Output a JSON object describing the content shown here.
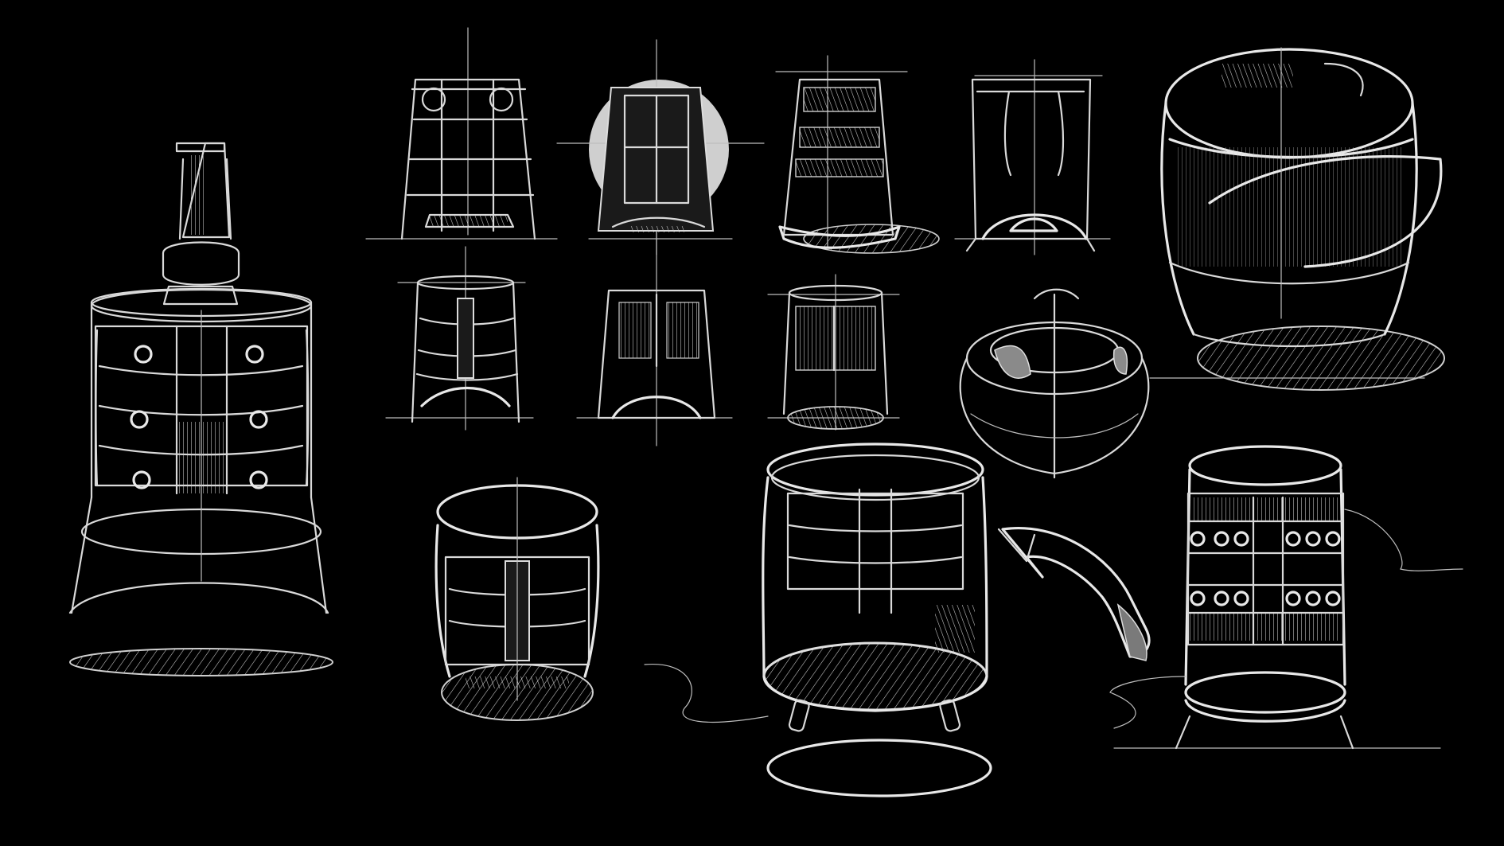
{
  "image": {
    "kind": "product concept sketch sheet",
    "background_color": "#000000",
    "stroke_color": "#d9d9d9",
    "sketches": [
      {
        "name": "tall-cabinet-with-chimney"
      },
      {
        "name": "frame-front-view-1"
      },
      {
        "name": "frame-front-view-circle"
      },
      {
        "name": "frame-front-view-3"
      },
      {
        "name": "frame-front-view-4"
      },
      {
        "name": "rounded-cabinet-perspective"
      },
      {
        "name": "frame-front-view-5"
      },
      {
        "name": "frame-front-view-6"
      },
      {
        "name": "frame-front-view-7"
      },
      {
        "name": "bowl-shape-sketch"
      },
      {
        "name": "small-round-cabinet"
      },
      {
        "name": "large-bucket-cabinet"
      },
      {
        "name": "drum-cabinet-with-legs"
      },
      {
        "name": "arrow-annotation"
      }
    ]
  }
}
